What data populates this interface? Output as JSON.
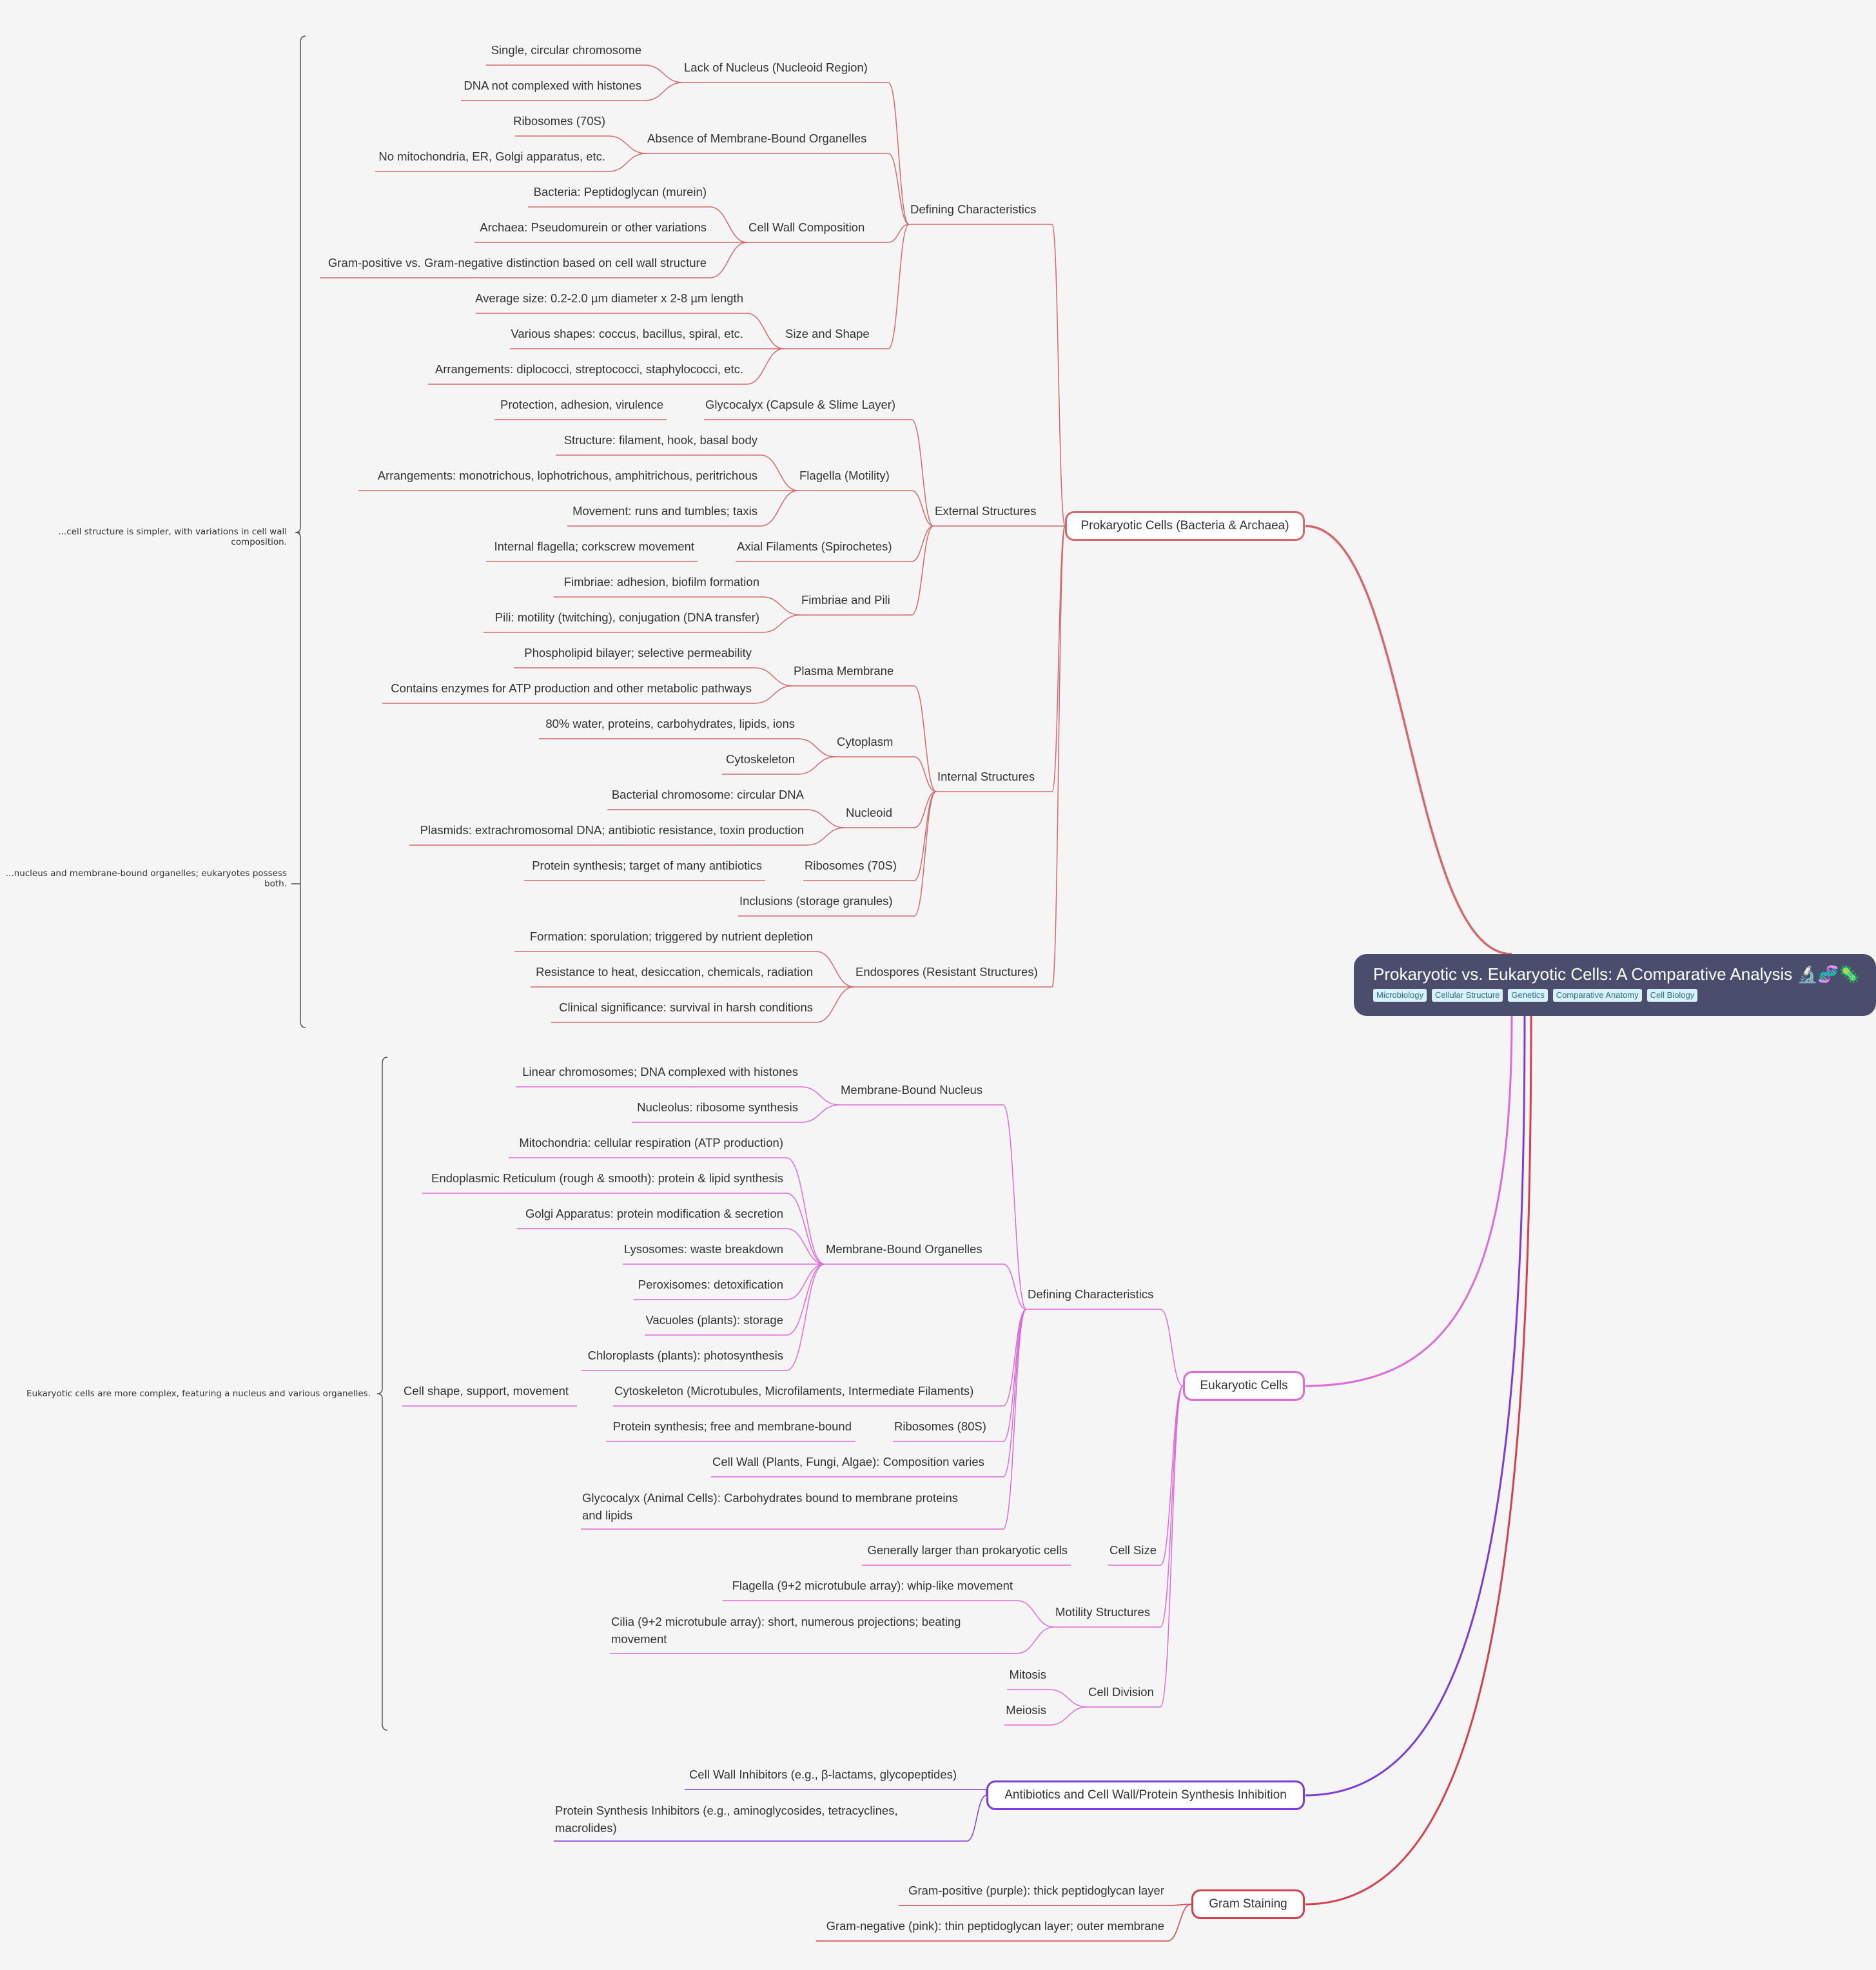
{
  "central": {
    "title": "Prokaryotic vs. Eukaryotic Cells: A Comparative Analysis 🔬🧬🦠",
    "tags": [
      "Microbiology",
      "Cellular Structure",
      "Genetics",
      "Comparative Anatomy",
      "Cell Biology"
    ]
  },
  "colors": {
    "prokaryotic": "#d4686c",
    "eukaryotic": "#de6ad8",
    "antibiotics": "#7d3bde",
    "gram": "#d6404c",
    "central_bg": "#4a4d6c",
    "background": "#f5f5f5"
  },
  "summaries": {
    "s1": "...cell structure is simpler, with variations in cell wall composition.",
    "s2a": "...nucleus and membrane-bound organelles; eukaryotes possess",
    "s2b": "both.",
    "s3": "Eukaryotic cells are more complex, featuring a nucleus and various organelles."
  },
  "prokaryotic": {
    "label": "Prokaryotic Cells (Bacteria & Archaea)",
    "defining": {
      "label": "Defining Characteristics",
      "nucleus": {
        "label": "Lack of Nucleus (Nucleoid Region)",
        "items": [
          "Single, circular chromosome",
          "DNA not complexed with histones"
        ]
      },
      "organelles": {
        "label": "Absence of Membrane-Bound Organelles",
        "items": [
          "Ribosomes (70S)",
          "No mitochondria, ER, Golgi apparatus, etc."
        ]
      },
      "wall": {
        "label": "Cell Wall Composition",
        "items": [
          "Bacteria: Peptidoglycan (murein)",
          "Archaea: Pseudomurein or other variations",
          "Gram-positive vs. Gram-negative distinction based on cell wall structure"
        ]
      },
      "size": {
        "label": "Size and Shape",
        "items": [
          "Average size: 0.2-2.0 µm diameter x 2-8 µm length",
          "Various shapes: coccus, bacillus, spiral, etc.",
          "Arrangements: diplococci, streptococci, staphylococci, etc."
        ]
      }
    },
    "external": {
      "label": "External Structures",
      "glycocalyx": {
        "label": "Glycocalyx (Capsule & Slime Layer)",
        "items": [
          "Protection, adhesion, virulence"
        ]
      },
      "flagella": {
        "label": "Flagella (Motility)",
        "items": [
          "Structure: filament, hook, basal body",
          "Arrangements: monotrichous, lophotrichous, amphitrichous, peritrichous",
          "Movement: runs and tumbles; taxis"
        ]
      },
      "axial": {
        "label": "Axial Filaments (Spirochetes)",
        "items": [
          "Internal flagella; corkscrew movement"
        ]
      },
      "fimbriae": {
        "label": "Fimbriae and Pili",
        "items": [
          "Fimbriae: adhesion, biofilm formation",
          "Pili: motility (twitching), conjugation (DNA transfer)"
        ]
      }
    },
    "internal": {
      "label": "Internal Structures",
      "membrane": {
        "label": "Plasma Membrane",
        "items": [
          "Phospholipid bilayer; selective permeability",
          "Contains enzymes for ATP production and other metabolic pathways"
        ]
      },
      "cytoplasm": {
        "label": "Cytoplasm",
        "items": [
          "80% water, proteins, carbohydrates, lipids, ions",
          "Cytoskeleton"
        ]
      },
      "nucleoid": {
        "label": "Nucleoid",
        "items": [
          "Bacterial chromosome: circular DNA",
          "Plasmids: extrachromosomal DNA; antibiotic resistance, toxin production"
        ]
      },
      "ribosomes": {
        "label": "Ribosomes (70S)",
        "items": [
          "Protein synthesis; target of many antibiotics"
        ]
      },
      "inclusions": {
        "label": "Inclusions (storage granules)"
      }
    },
    "endospores": {
      "label": "Endospores (Resistant Structures)",
      "items": [
        "Formation: sporulation; triggered by nutrient depletion",
        "Resistance to heat, desiccation, chemicals, radiation",
        "Clinical significance: survival in harsh conditions"
      ]
    }
  },
  "eukaryotic": {
    "label": "Eukaryotic Cells",
    "defining": {
      "label": "Defining Characteristics",
      "nucleus": {
        "label": "Membrane-Bound Nucleus",
        "items": [
          "Linear chromosomes; DNA complexed with histones",
          "Nucleolus: ribosome synthesis"
        ]
      },
      "organelles": {
        "label": "Membrane-Bound Organelles",
        "items": [
          "Mitochondria: cellular respiration (ATP production)",
          "Endoplasmic Reticulum (rough & smooth): protein & lipid synthesis",
          "Golgi Apparatus: protein modification & secretion",
          "Lysosomes: waste breakdown",
          "Peroxisomes: detoxification",
          "Vacuoles (plants): storage",
          "Chloroplasts (plants): photosynthesis"
        ]
      },
      "cytoskeleton": {
        "label": "Cytoskeleton (Microtubules, Microfilaments, Intermediate Filaments)",
        "items": [
          "Cell shape, support, movement"
        ]
      },
      "ribosomes": {
        "label": "Ribosomes (80S)",
        "items": [
          "Protein synthesis; free and membrane-bound"
        ]
      },
      "wall": {
        "label": "Cell Wall (Plants, Fungi, Algae): Composition varies"
      },
      "glycocalyx": {
        "label": "Glycocalyx (Animal Cells): Carbohydrates bound to membrane proteins and lipids"
      }
    },
    "size": {
      "label": "Cell Size",
      "items": [
        "Generally larger than prokaryotic cells"
      ]
    },
    "motility": {
      "label": "Motility Structures",
      "items": [
        "Flagella (9+2 microtubule array): whip-like movement",
        "Cilia (9+2 microtubule array): short, numerous projections; beating movement"
      ]
    },
    "division": {
      "label": "Cell Division",
      "items": [
        "Mitosis",
        "Meiosis"
      ]
    }
  },
  "antibiotics": {
    "label": "Antibiotics and Cell Wall/Protein Synthesis Inhibition",
    "items": [
      "Cell Wall Inhibitors (e.g., β-lactams, glycopeptides)",
      "Protein Synthesis Inhibitors (e.g., aminoglycosides, tetracyclines, macrolides)"
    ]
  },
  "gram": {
    "label": "Gram Staining",
    "items": [
      "Gram-positive (purple): thick peptidoglycan layer",
      "Gram-negative (pink): thin peptidoglycan layer; outer membrane"
    ]
  }
}
